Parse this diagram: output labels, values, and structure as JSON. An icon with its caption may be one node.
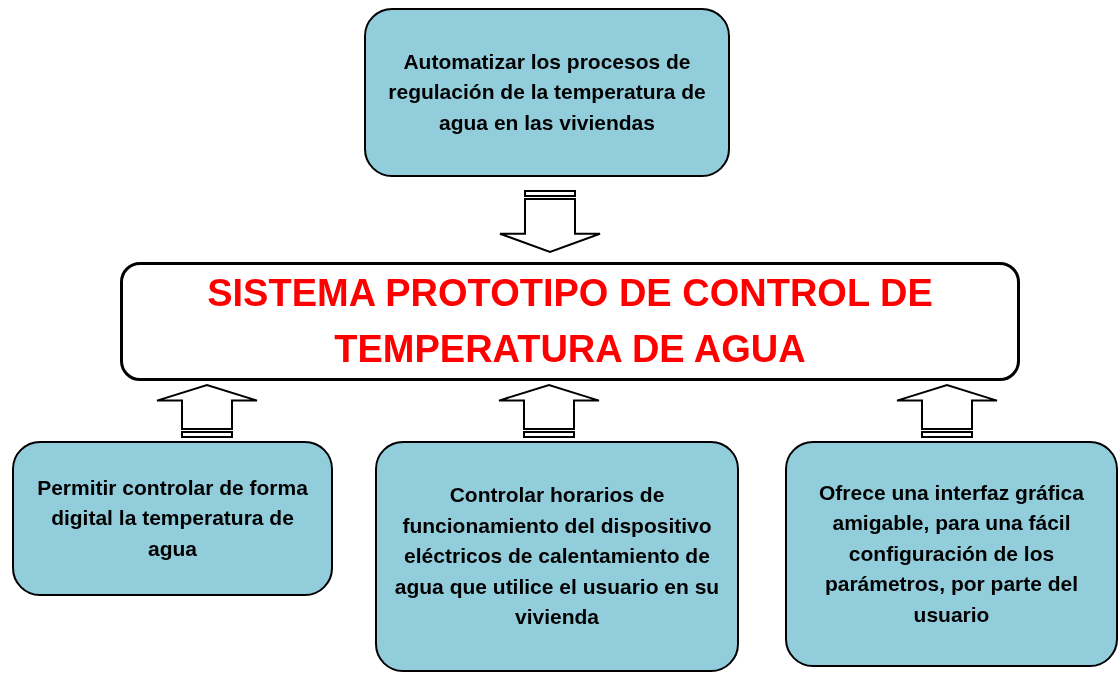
{
  "diagram": {
    "nodes": [
      {
        "text": [
          "Automatizar los procesos de regulación de la temperatura de agua en las viviendas"
        ]
      },
      {
        "text": [
          "SISTEMA PROTOTIPO DE CONTROL DE TEMPERATURA DE AGUA"
        ]
      },
      {
        "text": [
          "Permitir controlar de forma digital la temperatura de agua"
        ]
      },
      {
        "text": [
          "Controlar horarios de funcionamiento del dispositivo eléctricos de calentamiento de agua que utilice el usuario en su vivienda"
        ]
      },
      {
        "text": [
          "Ofrece una interfaz gráfica amigable, para una fácil configuración de los parámetros, por parte del usuario"
        ]
      }
    ],
    "edges": [
      {
        "from": 0,
        "to": 1,
        "arrow": "to"
      },
      {
        "from": 2,
        "to": 1,
        "arrow": "to"
      },
      {
        "from": 3,
        "to": 1,
        "arrow": "to"
      },
      {
        "from": 4,
        "to": 1,
        "arrow": "to"
      }
    ]
  }
}
